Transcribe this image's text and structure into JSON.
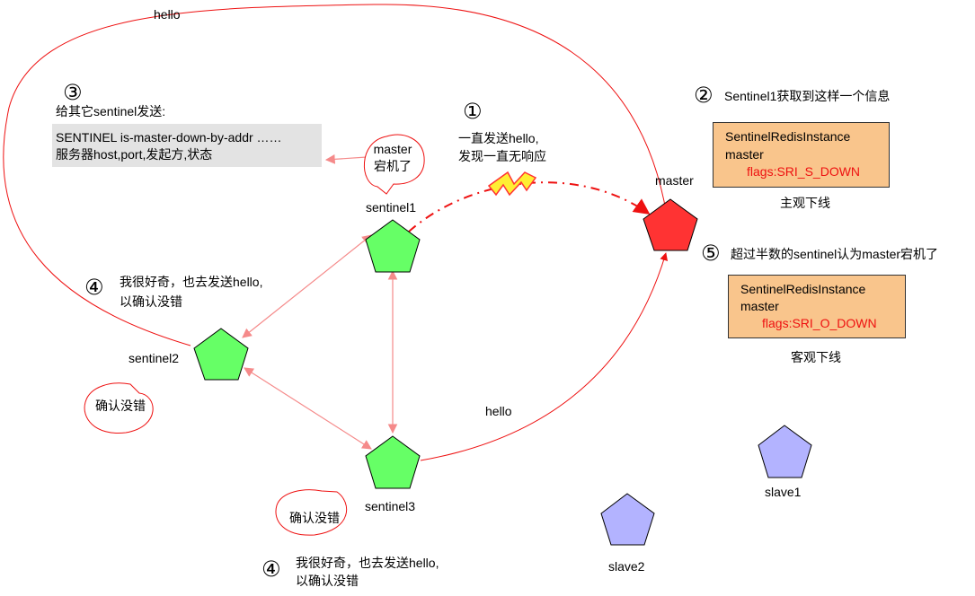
{
  "nodes": {
    "master": "master",
    "sentinel1": "sentinel1",
    "sentinel2": "sentinel2",
    "sentinel3": "sentinel3",
    "slave1": "slave1",
    "slave2": "slave2"
  },
  "edges": {
    "hello_top": "hello",
    "hello_bottom": "hello"
  },
  "steps": {
    "step1": {
      "num": "①",
      "line1": "一直发送hello,",
      "line2": "发现一直无响应"
    },
    "step2": {
      "num": "②",
      "text": "Sentinel1获取到这样一个信息"
    },
    "step3": {
      "num": "③",
      "text": "给其它sentinel发送:"
    },
    "step4a": {
      "num": "④",
      "line1": "我很好奇，也去发送hello,",
      "line2": "以确认没错"
    },
    "step4b": {
      "num": "④",
      "line1": "我很好奇，也去发送hello,",
      "line2": "以确认没错"
    },
    "step5": {
      "num": "⑤",
      "text": "超过半数的sentinel认为master宕机了"
    }
  },
  "command": {
    "line1": "SENTINEL is-master-down-by-addr ……",
    "line2": "服务器host,port,发起方,状态"
  },
  "sdown_box": {
    "line1": "SentinelRedisInstance",
    "line2": "master",
    "flags": "flags:SRI_S_DOWN",
    "caption": "主观下线"
  },
  "odown_box": {
    "line1": "SentinelRedisInstance",
    "line2": "master",
    "flags": "flags:SRI_O_DOWN",
    "caption": "客观下线"
  },
  "bubbles": {
    "sentinel1": {
      "line1": "master",
      "line2": "宕机了"
    },
    "sentinel2": {
      "text": "确认没错"
    },
    "sentinel3": {
      "text": "确认没错"
    }
  },
  "colors": {
    "master_fill": "#ff3333",
    "sentinel_fill": "#66ff66",
    "slave_fill": "#b3b3ff",
    "box_fill": "#f9c58c",
    "command_bg": "#e3e3e3",
    "line_red": "#ee1111",
    "arrow_pink": "#f8a0a0",
    "flag_red": "#ee1111"
  },
  "icons": {
    "lightning": "lightning-icon"
  }
}
